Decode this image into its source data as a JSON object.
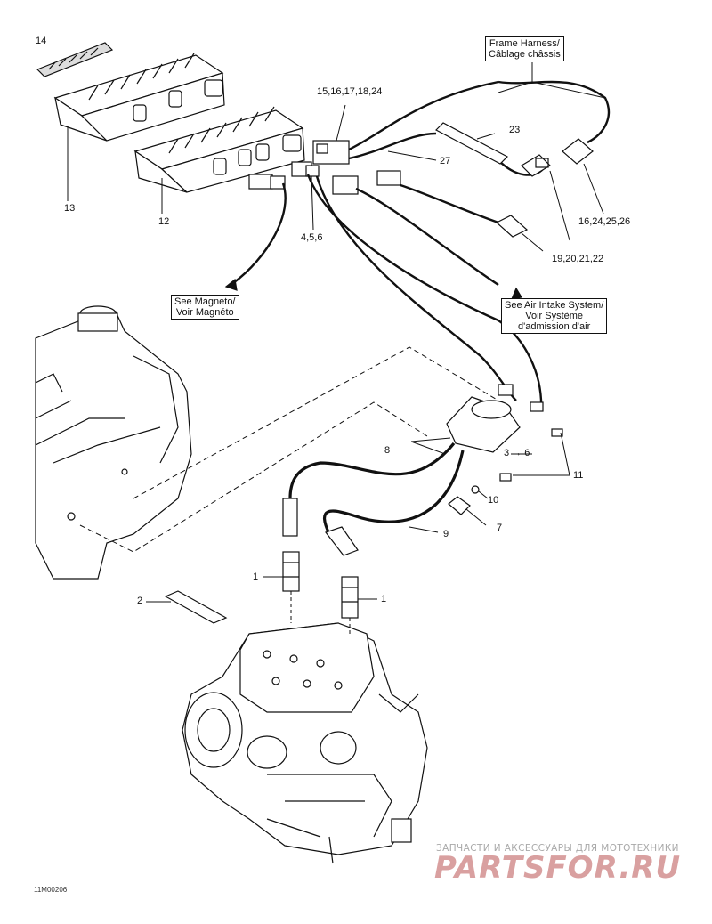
{
  "callouts": {
    "c14": "14",
    "c13": "13",
    "c12": "12",
    "c15": "15,16,17,18,24",
    "c23": "23",
    "c27": "27",
    "c456": "4,5,6",
    "c16": "16,24,25,26",
    "c19": "19,20,21,22",
    "c8": "8",
    "c36": "3 → 6",
    "c11": "11",
    "c10": "10",
    "c7": "7",
    "c9": "9",
    "c1a": "1",
    "c1b": "1",
    "c2": "2"
  },
  "boxes": {
    "frame_harness": [
      "Frame Harness/",
      "Câblage châssis"
    ],
    "see_magneto": [
      "See Magneto/",
      "Voir Magnéto"
    ],
    "see_air": [
      "See Air Intake System/",
      "Voir Système",
      "d'admission d'air"
    ]
  },
  "drawing_code": "11M00206",
  "watermark": {
    "top": "ЗАПЧАСТИ И АКСЕССУАРЫ ДЛЯ МОТОТЕХНИКИ",
    "logo": "PARTSFOR.RU"
  }
}
